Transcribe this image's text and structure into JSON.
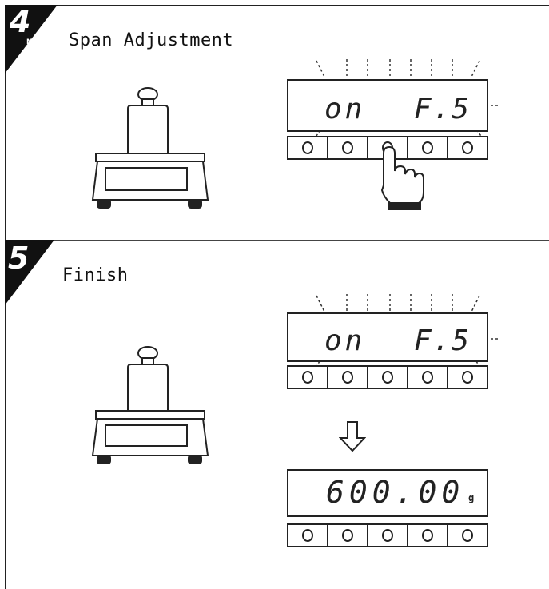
{
  "steps": [
    {
      "number": "4",
      "subscript": "NE",
      "title": "Span Adjustment",
      "display_left": "on",
      "display_right": "F.5",
      "display_blinking": true,
      "pressed_key": 3
    },
    {
      "number": "5",
      "title": "Finish",
      "display_left": "on",
      "display_right": "F.5",
      "display_blinking": true,
      "final_display": "600.00",
      "final_unit": "g"
    }
  ],
  "icons": {
    "step4_badge": "step-number-badge",
    "step5_badge": "step-number-badge",
    "hand": "pointing-hand-icon",
    "arrow": "down-arrow-icon"
  }
}
